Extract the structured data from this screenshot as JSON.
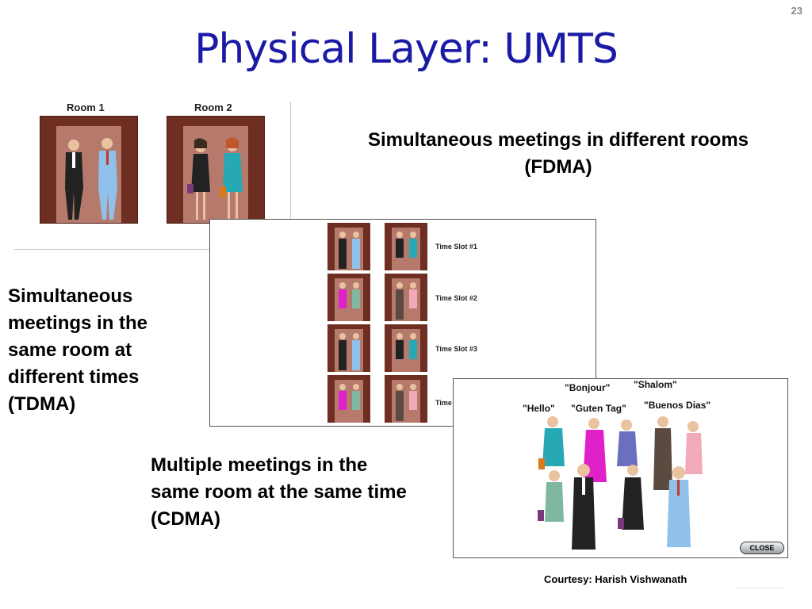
{
  "page_number": "23",
  "title": "Physical Layer: UMTS",
  "fdma": {
    "caption_line1": "Simultaneous meetings in different rooms",
    "caption_line2": "(FDMA)",
    "room1_label": "Room 1",
    "room2_label": "Room 2"
  },
  "tdma": {
    "caption_lines": [
      "Simultaneous",
      "meetings in the",
      "same room at",
      "different times",
      "(TDMA)"
    ],
    "slot_labels": [
      "Time Slot #1",
      "Time Slot #2",
      "Time Slot #3",
      "Time"
    ]
  },
  "cdma": {
    "caption_lines": [
      "Multiple meetings in the",
      "same room at the same time",
      "(CDMA)"
    ],
    "quotes": {
      "bonjour": "\"Bonjour\"",
      "shalom": "\"Shalom\"",
      "hello": "\"Hello\"",
      "guten_tag": "\"Guten Tag\"",
      "buenos_dias": "\"Buenos Dias\""
    },
    "close_label": "CLOSE"
  },
  "courtesy": "Courtesy: Harish Vishwanath",
  "colors": {
    "title": "#1a1aa6",
    "room_wall": "#6e2e22",
    "room_floor": "#b57a6c"
  }
}
